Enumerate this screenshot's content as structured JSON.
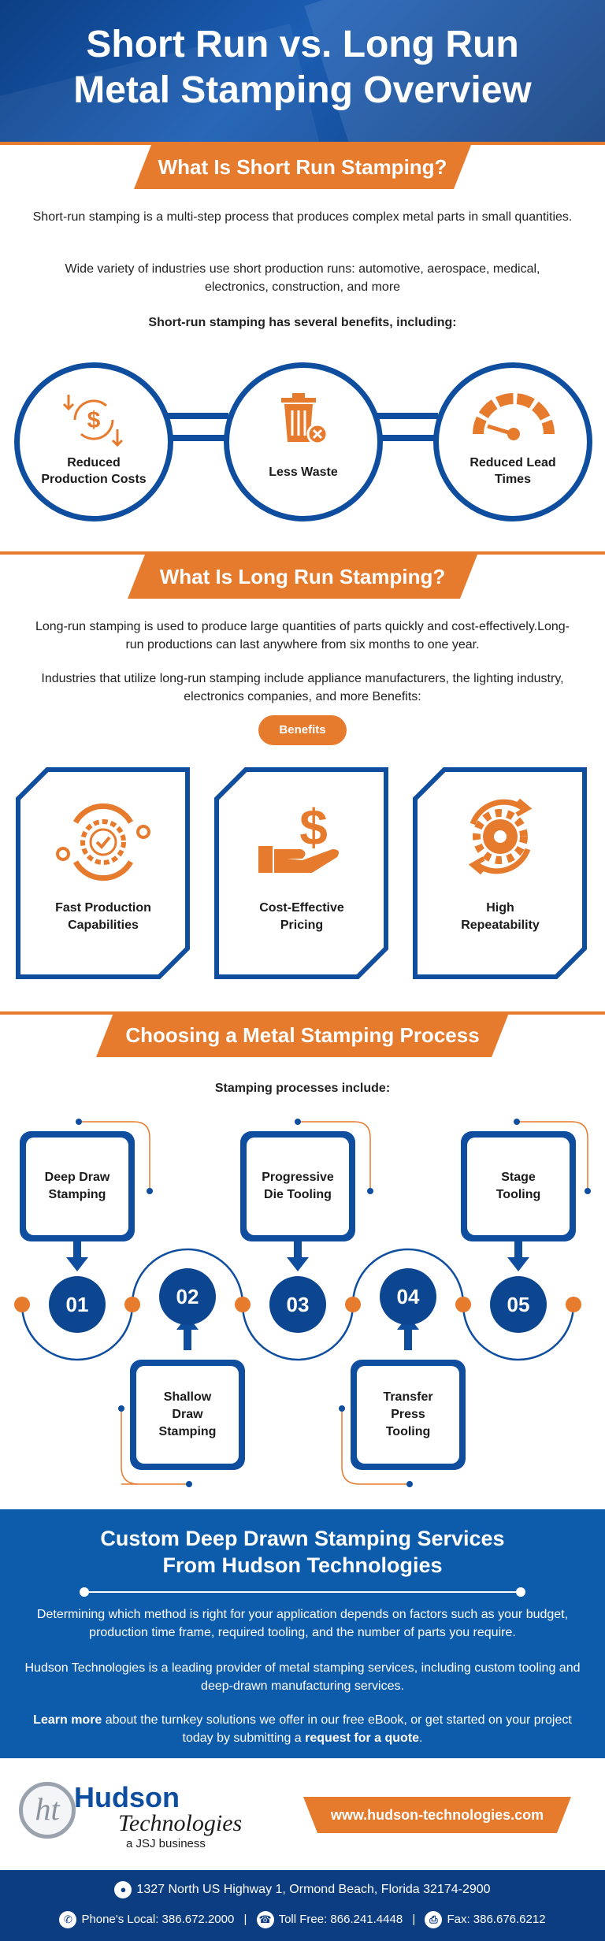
{
  "header": {
    "title_line1": "Short Run vs. Long Run",
    "title_line2": "Metal Stamping Overview"
  },
  "short_run": {
    "heading": "What Is Short Run Stamping?",
    "para1": "Short-run stamping is a multi-step process that produces complex metal parts in small quantities.",
    "para2": "Wide variety of industries use short production runs: automotive, aerospace, medical, electronics, construction, and more",
    "benefits_intro": "Short-run stamping has several benefits, including:",
    "benefits": [
      {
        "label_line1": "Reduced",
        "label_line2": "Production Costs",
        "icon": "dollar-cycle-icon"
      },
      {
        "label_line1": "Less Waste",
        "label_line2": "",
        "icon": "trash-bin-icon"
      },
      {
        "label_line1": "Reduced Lead",
        "label_line2": "Times",
        "icon": "speedometer-icon"
      }
    ]
  },
  "long_run": {
    "heading": "What Is Long Run Stamping?",
    "para1": "Long-run stamping is used to produce large quantities of parts quickly and cost-effectively.Long-run productions can last anywhere from six months to one year.",
    "para2": "Industries that utilize long-run stamping include appliance manufacturers, the lighting industry, electronics companies, and more Benefits:",
    "benefits_pill": "Benefits",
    "benefits": [
      {
        "label_line1": "Fast Production",
        "label_line2": "Capabilities",
        "icon": "gear-check-icon"
      },
      {
        "label_line1": "Cost-Effective",
        "label_line2": "Pricing",
        "icon": "hand-dollar-icon"
      },
      {
        "label_line1": "High",
        "label_line2": "Repeatability",
        "icon": "gear-cycle-icon"
      }
    ]
  },
  "choosing": {
    "heading": "Choosing a Metal Stamping Process",
    "intro": "Stamping processes include:",
    "steps": [
      {
        "number": "01",
        "line1": "Deep Draw",
        "line2": "Stamping",
        "line3": ""
      },
      {
        "number": "02",
        "line1": "Shallow",
        "line2": "Draw",
        "line3": "Stamping"
      },
      {
        "number": "03",
        "line1": "Progressive",
        "line2": "Die Tooling",
        "line3": ""
      },
      {
        "number": "04",
        "line1": "Transfer",
        "line2": "Press",
        "line3": "Tooling"
      },
      {
        "number": "05",
        "line1": "Stage",
        "line2": "Tooling",
        "line3": ""
      }
    ]
  },
  "cta": {
    "title_line1": "Custom Deep Drawn Stamping Services",
    "title_line2": "From Hudson Technologies",
    "para1": "Determining which method is right for your application depends on factors such as your budget, production time frame, required tooling, and the number of parts you require.",
    "para2": "Hudson Technologies is a leading provider of metal stamping services, including custom tooling and deep-drawn manufacturing services.",
    "learn_more": "Learn more",
    "para3_mid": " about the turnkey solutions we offer in our free eBook, or get started on your project today by submitting a ",
    "request_quote": "request for a quote",
    "para3_end": "."
  },
  "footer": {
    "logo_initials": "ht",
    "logo_word1": "Hudson",
    "logo_word2": "Technologies",
    "logo_tagline": "a JSJ business",
    "url": "www.hudson-technologies.com",
    "address": "1327 North US Highway 1, Ormond Beach, Florida 32174-2900",
    "phone_local": "Phone's Local: 386.672.2000",
    "toll_free": "Toll Free: 866.241.4448",
    "fax": "Fax: 386.676.6212",
    "separator": "|"
  },
  "colors": {
    "brand_blue": "#0f4e9f",
    "dark_blue": "#0c3d80",
    "accent_orange": "#e67a2d"
  }
}
